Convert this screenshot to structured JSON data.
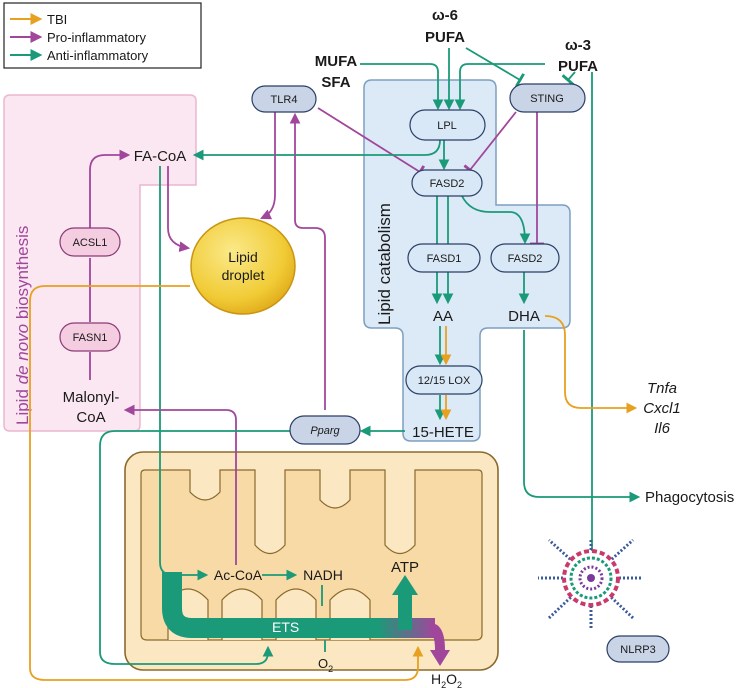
{
  "legend": {
    "items": [
      {
        "label": "TBI",
        "color": "#e8a020"
      },
      {
        "label": "Pro-inflammatory",
        "color": "#a0479c"
      },
      {
        "label": "Anti-inflammatory",
        "color": "#1a9a78"
      }
    ]
  },
  "colors": {
    "tbi": "#e8a020",
    "pro": "#a0479c",
    "anti": "#1a9a78",
    "inhibit": "#555555"
  },
  "panels": {
    "denovo_title_prefix": "Lipid ",
    "denovo_title_italic": "de novo",
    "denovo_title_suffix": " biosynthesis",
    "catabolism_title": "Lipid catabolism"
  },
  "inputs": {
    "omega6_line1": "ω-6",
    "omega6_line2": "PUFA",
    "omega3_line1": "ω-3",
    "omega3_line2": "PUFA",
    "mufa": "MUFA",
    "sfa": "SFA"
  },
  "nodes": {
    "tlr4": "TLR4",
    "lpl": "LPL",
    "sting": "STING",
    "fasd2_top": "FASD2",
    "fasd1": "FASD1",
    "fasd2_right": "FASD2",
    "lox": "12/15 LOX",
    "pparg": "Pparg",
    "acsl1": "ACSL1",
    "fasn1": "FASN1",
    "nlrp3": "NLRP3"
  },
  "labels": {
    "facoa": "FA-CoA",
    "malonyl1": "Malonyl-",
    "malonyl2": "CoA",
    "droplet1": "Lipid",
    "droplet2": "droplet",
    "aa": "AA",
    "dha": "DHA",
    "hete": "15-HETE",
    "acoa": "Ac-CoA",
    "nadh": "NADH",
    "atp": "ATP",
    "ets": "ETS",
    "o2_main": "O",
    "o2_sub": "2",
    "h2o2_a": "H",
    "h2o2_sub1": "2",
    "h2o2_b": "O",
    "h2o2_sub2": "2",
    "tnfa": "Tnfa",
    "cxcl1": "Cxcl1",
    "il6": "Il6",
    "phagocytosis": "Phagocytosis"
  }
}
